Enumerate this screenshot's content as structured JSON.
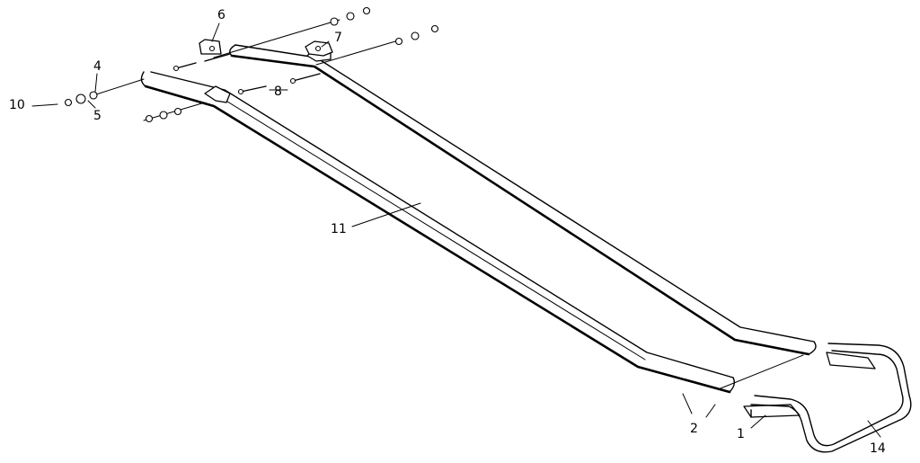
{
  "callouts": [
    {
      "id": "c1",
      "text": "1"
    },
    {
      "id": "c2",
      "text": "2"
    },
    {
      "id": "c4",
      "text": "4"
    },
    {
      "id": "c5",
      "text": "5"
    },
    {
      "id": "c6",
      "text": "6"
    },
    {
      "id": "c7",
      "text": "7"
    },
    {
      "id": "c8",
      "text": "8"
    },
    {
      "id": "c10",
      "text": "10"
    },
    {
      "id": "c11",
      "text": "11"
    },
    {
      "id": "c14",
      "text": "14"
    }
  ]
}
